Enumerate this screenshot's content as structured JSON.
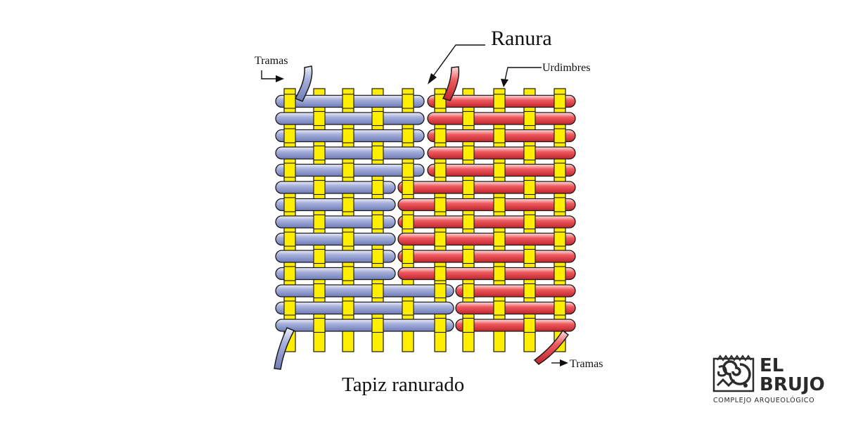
{
  "labels": {
    "slit": "Ranura",
    "weft_top": "Tramas",
    "warp": "Urdimbres",
    "weft_bottom": "Tramas",
    "caption": "Tapiz ranurado"
  },
  "logo": {
    "line1": "EL",
    "line2": "BRUJO",
    "tagline": "COMPLEJO ARQUEOLÓGICO",
    "icon": "el-brujo-emblem-icon"
  },
  "colors": {
    "warp": "#ffee00",
    "weft_left": "#9fa9d6",
    "weft_right": "#e8474c",
    "outline": "#1a1a1a",
    "logo": "#2b2b2b"
  }
}
